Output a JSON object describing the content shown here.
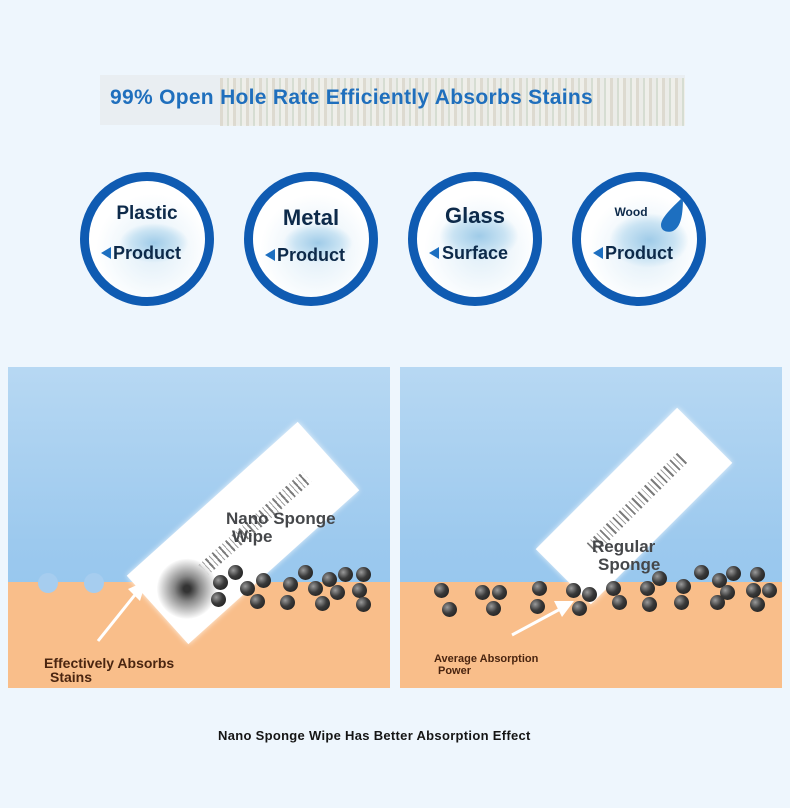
{
  "headline": "99% Open Hole Rate Efficiently Absorbs Stains",
  "circles": [
    {
      "line1": "Plastic",
      "line2": "Product"
    },
    {
      "line1": "Metal",
      "line2": "Product"
    },
    {
      "line1": "Glass",
      "line2": "Surface"
    },
    {
      "line1": "Wood",
      "line2": "Product"
    }
  ],
  "left_panel": {
    "wipe_label_1": "Nano Sponge",
    "wipe_label_2": "Wipe",
    "note_1": "Effectively Absorbs",
    "note_2": "Stains"
  },
  "right_panel": {
    "wipe_label_1": "Regular",
    "wipe_label_2": "Sponge",
    "note_1": "Average Absorption",
    "note_2": "Power"
  },
  "footer": "Nano Sponge Wipe Has Better Absorption Effect",
  "colors": {
    "accent": "#0f5bb2",
    "headline": "#1f6fbd",
    "ground": "#f9be8a",
    "water": "#9cc9ee"
  }
}
